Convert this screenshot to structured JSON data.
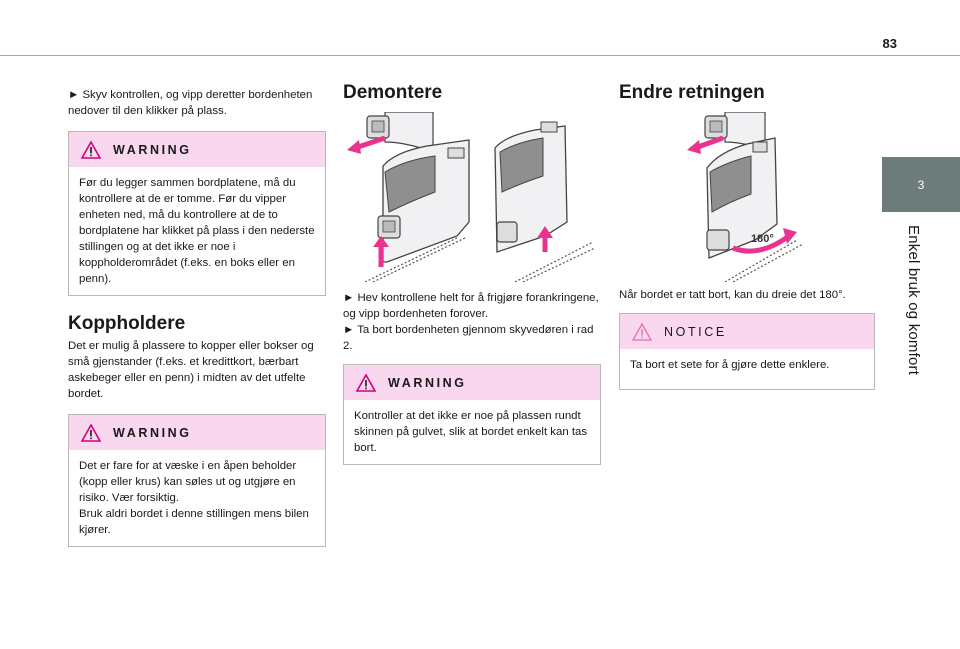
{
  "page_number": "83",
  "chapter": {
    "number": "3",
    "title": "Enkel bruk og komfort"
  },
  "col1": {
    "intro": "► Skyv kontrollen, og vipp deretter bordenheten nedover til den klikker på plass.",
    "warning1": {
      "label": "WARNING",
      "text": "Før du legger sammen bordplatene, må du kontrollere at de er tomme. Før du vipper enheten ned, må du kontrollere at de to bordplatene har klikket på plass i den nederste stillingen og at det ikke er noe i koppholderområdet (f.eks. en boks eller en penn)."
    },
    "heading": "Koppholdere",
    "body": "Det er mulig å plassere to kopper eller bokser og små gjenstander (f.eks. et kredittkort, bærbart askebeger eller en penn) i midten av det utfelte bordet.",
    "warning2": {
      "label": "WARNING",
      "text1": "Det er fare for at væske i en åpen beholder (kopp eller krus) kan søles ut og utgjøre en risiko. Vær forsiktig.",
      "text2": "Bruk aldri bordet i denne stillingen mens bilen kjører."
    }
  },
  "col2": {
    "heading": "Demontere",
    "step1": "► Hev kontrollene helt for å frigjøre forankringene, og vipp bordenheten forover.",
    "step2": "► Ta bort bordenheten gjennom skyvedøren i rad 2.",
    "warning": {
      "label": "WARNING",
      "text": "Kontroller at det ikke er noe på plassen rundt skinnen på gulvet, slik at bordet enkelt kan tas bort."
    }
  },
  "col3": {
    "heading": "Endre retningen",
    "body": "Når bordet er tatt bort, kan du dreie det 180°.",
    "rotation_label": "180°",
    "notice": {
      "label": "NOTICE",
      "text": "Ta bort et sete for å gjøre dette enklere."
    }
  },
  "colors": {
    "accent_pink": "#e8338f",
    "box_header": "#f9d7ee",
    "tab": "#6e7b7b"
  }
}
